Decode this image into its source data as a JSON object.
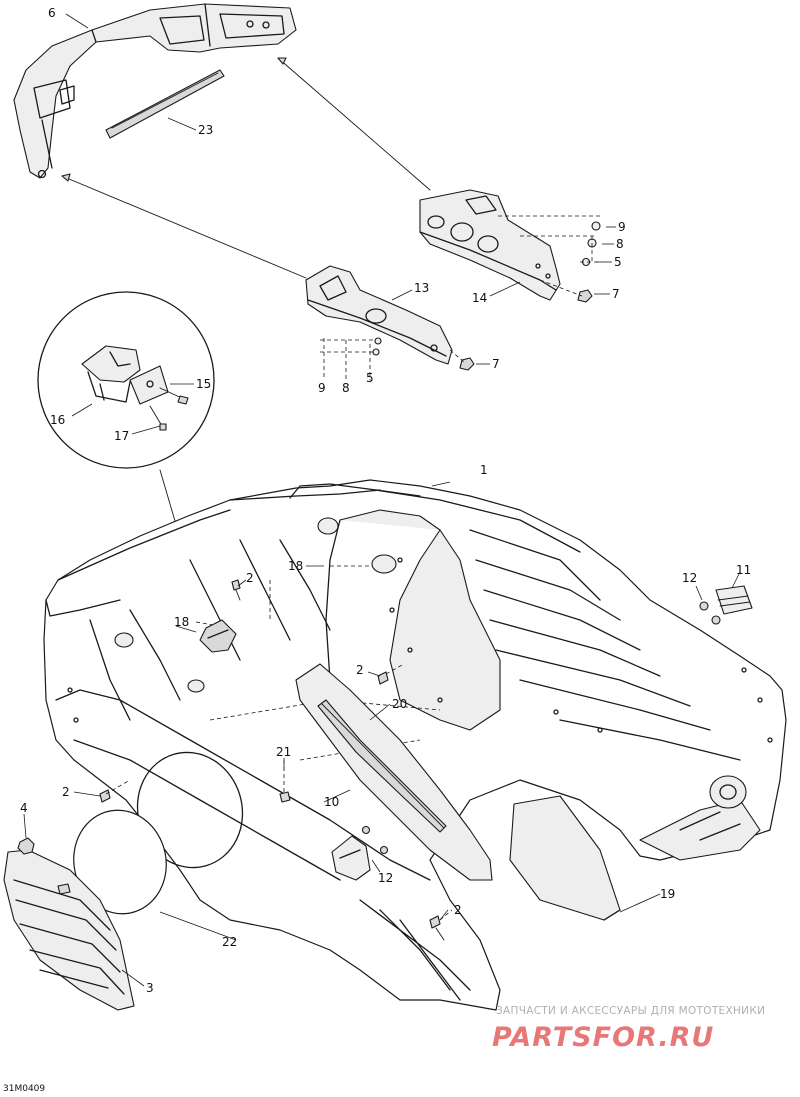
{
  "drawing_code": "31M0409",
  "watermark": {
    "tagline": "ЗАПЧАСТИ И АКСЕССУАРЫ ДЛЯ МОТОТЕХНИКИ",
    "brand": "PARTSFOR.RU"
  },
  "part_numbers": {
    "p1": "1",
    "p2a": "2",
    "p2b": "2",
    "p2c": "2",
    "p2d": "2",
    "p3": "3",
    "p4": "4",
    "p5a": "5",
    "p5b": "5",
    "p6": "6",
    "p7a": "7",
    "p7b": "7",
    "p8a": "8",
    "p8b": "8",
    "p9a": "9",
    "p9b": "9",
    "p10": "10",
    "p11": "11",
    "p12a": "12",
    "p12b": "12",
    "p13": "13",
    "p14": "14",
    "p15": "15",
    "p16": "16",
    "p17": "17",
    "p18a": "18",
    "p18b": "18",
    "p19": "19",
    "p20": "20",
    "p21": "21",
    "p22": "22",
    "p23": "23"
  }
}
